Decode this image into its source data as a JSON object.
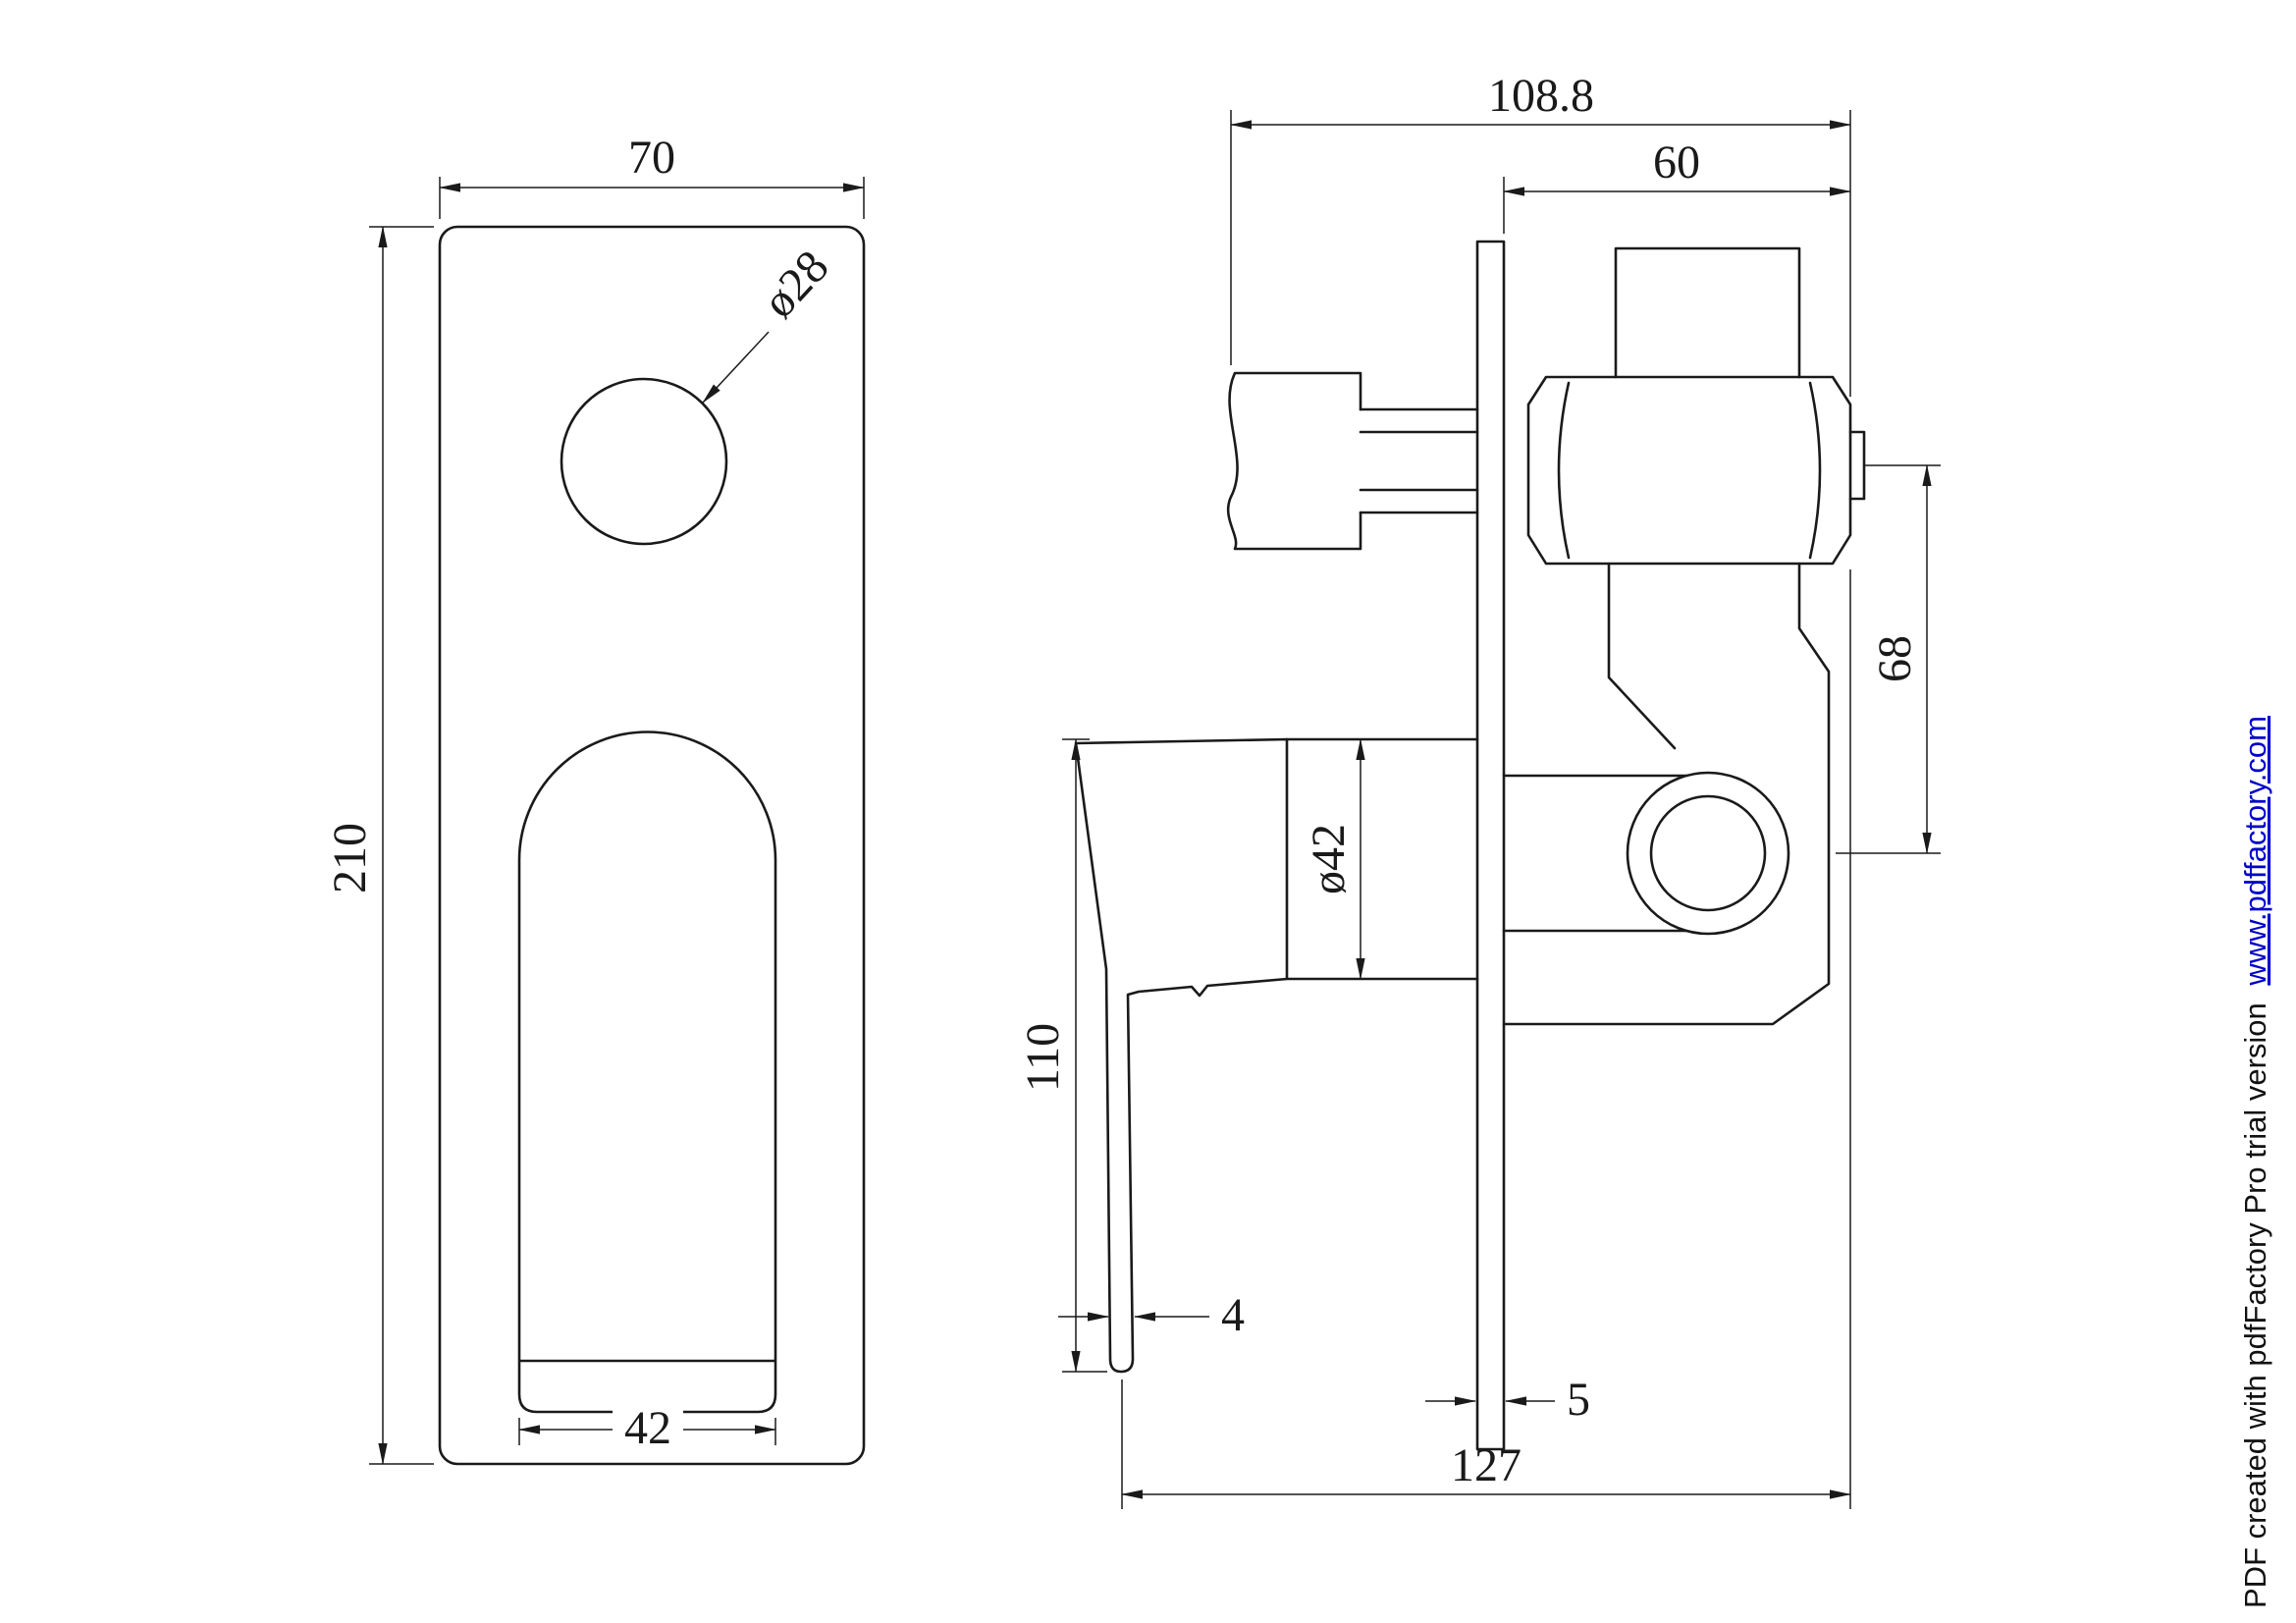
{
  "front_view": {
    "width": "70",
    "height": "210",
    "hole_diameter": "ø28",
    "slot_width": "42"
  },
  "side_view": {
    "overall_depth": "108.8",
    "valve_depth": "60",
    "port_offset": "68",
    "barrel_diameter": "ø42",
    "handle_height": "110",
    "lever_thickness": "4",
    "plate_thickness": "5",
    "total_depth": "127"
  },
  "watermark": {
    "prefix": "PDF created with pdfFactory Pro trial version",
    "link": "www.pdffactory.com"
  },
  "colors": {
    "line": "#1a1a1a",
    "link": "#0000cc"
  }
}
